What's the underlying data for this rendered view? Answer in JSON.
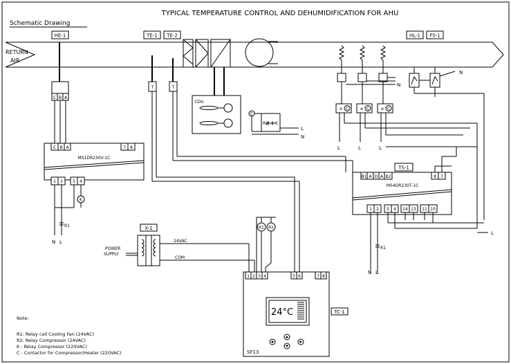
{
  "header": {
    "title": "TYPICAL TEMPERATURE CONTROL AND DEHUMIDIFICATION FOR AHU",
    "subtitle": "Schematic Drawing"
  },
  "duct": {
    "return_air_line1": "RETURN",
    "return_air_line2": "AIR"
  },
  "tags": {
    "he1": "HE-1",
    "te1": "TE-1",
    "te2": "TE-2",
    "hl1": "HL-1",
    "fs1": "FS-1",
    "ts1": "TS-1",
    "x1": "X-1",
    "tc1": "TC-1"
  },
  "sensor_letter": "T",
  "humidity_terminals": [
    "C",
    "B",
    "A"
  ],
  "relay_left": {
    "model": "MS1DR230V-1C",
    "top_terminals": [
      "C",
      "B",
      "A",
      "7",
      "8"
    ],
    "bottom_terminals": [
      "1",
      "2",
      "5",
      "4"
    ]
  },
  "relay_right": {
    "model": "MS4DR230T-1C",
    "top_terminals": [
      "B1",
      "A",
      "D",
      "A",
      "B2",
      "8",
      "7"
    ],
    "bottom_terminals": [
      "1",
      "2",
      "5",
      "4",
      "14",
      "13",
      "11",
      "10"
    ]
  },
  "coil_labels": {
    "k": "K",
    "r1": "R1",
    "r2": "R2",
    "c": "C"
  },
  "cdu_label": "CDU",
  "power": {
    "supply_line1": "POWER",
    "supply_line2": "SUPPLY",
    "v24": "24VAC",
    "com": "COM",
    "n": "N",
    "l": "L"
  },
  "controller": {
    "model": "SF13",
    "display": "24°C",
    "terminals": [
      "1",
      "2",
      "3",
      "4",
      "5",
      "6",
      "7",
      "8"
    ]
  },
  "notes": {
    "heading": "Note:",
    "items": [
      "R1:  Relay call Cooling Fan (24VAC)",
      "R2:  Relay Compressor (24VAC)",
      "K  :  Relay Compressor (220VAC)",
      "C  :  Contactor for Compressor/Heater (220VAC)"
    ]
  }
}
